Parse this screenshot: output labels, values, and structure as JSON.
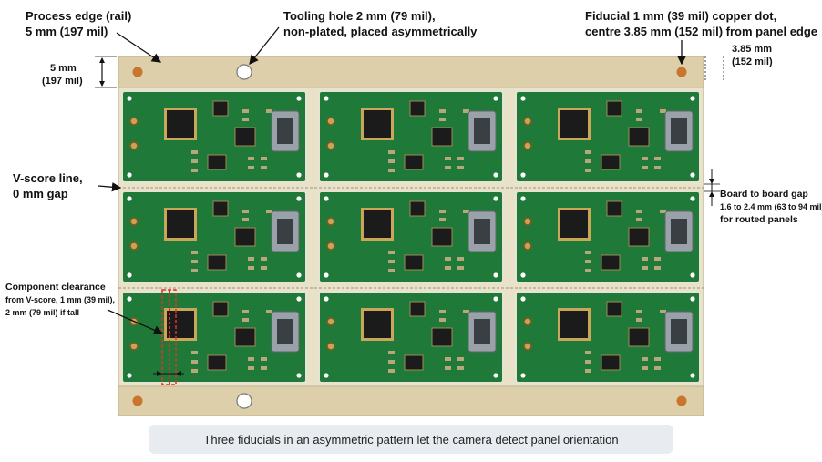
{
  "annotations": {
    "process_edge": [
      "Process edge (rail)",
      "5 mm (197 mil)"
    ],
    "tooling_hole": [
      "Tooling hole 2 mm (79 mil),",
      "non-plated, placed asymmetrically"
    ],
    "fiducial": [
      "Fiducial 1 mm (39 mil) copper dot,",
      "centre 3.85 mm (152 mil) from panel edge"
    ],
    "rail_height": [
      "5 mm",
      "(197 mil)"
    ],
    "fiducial_offset": [
      "3.85 mm",
      "(152 mil)"
    ],
    "v_score": [
      "V-score line,",
      "0 mm gap"
    ],
    "board_gap": [
      "Board to board gap",
      "1.6 to 2.4 mm (63 to 94 mil)",
      "for routed panels"
    ],
    "component_clearance": [
      "Component clearance",
      "from V-score, 1 mm (39 mil),",
      "2 mm (79 mil) if tall"
    ]
  },
  "caption": "Three fiducials in an asymmetric pattern let the camera detect panel orientation",
  "colors": {
    "rail": "#dccfa9",
    "board": "#1f7a3a",
    "board_edge": "#e6e3d0",
    "chip": "#1b1b1b",
    "fiducial": "#c9752e",
    "clearance": "#d9342b"
  }
}
